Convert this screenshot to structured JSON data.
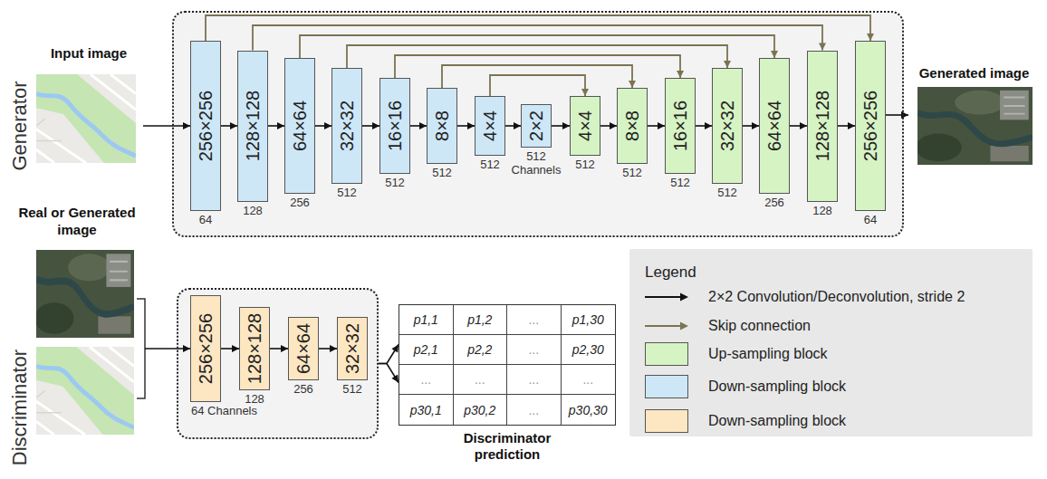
{
  "diagram": {
    "nodes": [
      {
        "text": [
          "Input image"
        ]
      },
      {
        "text": [
          "Generator"
        ]
      },
      {
        "text": [
          "256×256",
          "64"
        ],
        "in": 1
      },
      {
        "text": [
          "128×128",
          "128"
        ],
        "in": 1
      },
      {
        "text": [
          "64×64",
          "256"
        ],
        "in": 1
      },
      {
        "text": [
          "32×32",
          "512"
        ],
        "in": 1
      },
      {
        "text": [
          "16×16",
          "512"
        ],
        "in": 1
      },
      {
        "text": [
          "8×8",
          "512"
        ],
        "in": 1
      },
      {
        "text": [
          "4×4",
          "512"
        ],
        "in": 1
      },
      {
        "text": [
          "2×2",
          "512 Channels"
        ],
        "in": 1
      },
      {
        "text": [
          "4×4",
          "512"
        ],
        "in": 1
      },
      {
        "text": [
          "8×8",
          "512"
        ],
        "in": 1
      },
      {
        "text": [
          "16×16",
          "512"
        ],
        "in": 1
      },
      {
        "text": [
          "32×32",
          "512"
        ],
        "in": 1
      },
      {
        "text": [
          "64×64",
          "256"
        ],
        "in": 1
      },
      {
        "text": [
          "128×128",
          "128"
        ],
        "in": 1
      },
      {
        "text": [
          "256×256",
          "64"
        ],
        "in": 1
      },
      {
        "text": [
          "Generated image"
        ]
      },
      {
        "text": [
          "Real or Generated image"
        ]
      },
      {
        "text": [
          "Discriminator"
        ]
      },
      {
        "text": [
          "256×256",
          "64 Channels"
        ],
        "in": 19
      },
      {
        "text": [
          "128×128",
          "128"
        ],
        "in": 19
      },
      {
        "text": [
          "64×64",
          "256"
        ],
        "in": 19
      },
      {
        "text": [
          "32×32",
          "512"
        ],
        "in": 19
      },
      {
        "text": [
          "Discriminator prediction"
        ]
      }
    ],
    "edges": [
      {
        "from": 0,
        "to": 2,
        "arrow": "to"
      },
      {
        "from": 2,
        "to": 3,
        "arrow": "to"
      },
      {
        "from": 3,
        "to": 4,
        "arrow": "to"
      },
      {
        "from": 4,
        "to": 5,
        "arrow": "to"
      },
      {
        "from": 5,
        "to": 6,
        "arrow": "to"
      },
      {
        "from": 6,
        "to": 7,
        "arrow": "to"
      },
      {
        "from": 7,
        "to": 8,
        "arrow": "to"
      },
      {
        "from": 8,
        "to": 9,
        "arrow": "to"
      },
      {
        "from": 9,
        "to": 10,
        "arrow": "to"
      },
      {
        "from": 10,
        "to": 11,
        "arrow": "to"
      },
      {
        "from": 11,
        "to": 12,
        "arrow": "to"
      },
      {
        "from": 12,
        "to": 13,
        "arrow": "to"
      },
      {
        "from": 13,
        "to": 14,
        "arrow": "to"
      },
      {
        "from": 14,
        "to": 15,
        "arrow": "to"
      },
      {
        "from": 15,
        "to": 16,
        "arrow": "to"
      },
      {
        "from": 16,
        "to": 17,
        "arrow": "to"
      },
      {
        "from": 2,
        "to": 16,
        "arrow": "to"
      },
      {
        "from": 3,
        "to": 15,
        "arrow": "to"
      },
      {
        "from": 4,
        "to": 14,
        "arrow": "to"
      },
      {
        "from": 5,
        "to": 13,
        "arrow": "to"
      },
      {
        "from": 6,
        "to": 12,
        "arrow": "to"
      },
      {
        "from": 7,
        "to": 11,
        "arrow": "to"
      },
      {
        "from": 8,
        "to": 10,
        "arrow": "to"
      },
      {
        "from": 18,
        "to": 20,
        "arrow": "to"
      },
      {
        "from": 20,
        "to": 21,
        "arrow": "to"
      },
      {
        "from": 21,
        "to": 22,
        "arrow": "to"
      },
      {
        "from": 22,
        "to": 23,
        "arrow": "to"
      },
      {
        "from": 19,
        "to": 24,
        "arrow": "to"
      }
    ],
    "labels": [
      "p1,1",
      "p1,2",
      "...",
      "p1,30",
      "p2,1",
      "p2,2",
      "...",
      "p2,30",
      "...",
      "...",
      "...",
      "...",
      "p30,1",
      "p30,2",
      "...",
      "p30,30",
      "Legend"
    ],
    "legend": [
      {
        "text": "2×2 Convolution/Deconvolution, stride 2"
      },
      {
        "text": "Skip connection"
      },
      {
        "text": "Up-sampling block",
        "color": "#d6f3c4"
      },
      {
        "text": "Down-sampling block",
        "color": "#cde7f7"
      },
      {
        "text": "Down-sampling block",
        "color": "#fde7c3"
      }
    ]
  }
}
